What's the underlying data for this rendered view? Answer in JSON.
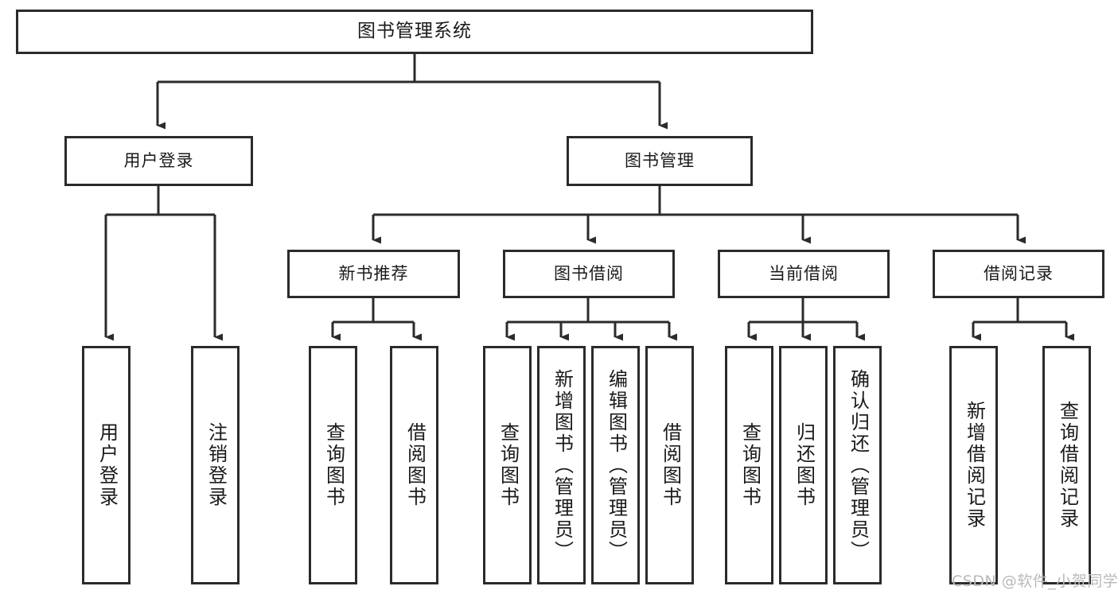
{
  "diagram": {
    "type": "tree-hierarchy-chart",
    "title": "图书管理系统",
    "root": {
      "id": "root",
      "label": "图书管理系统"
    },
    "level1": [
      {
        "id": "user-login",
        "label": "用户登录"
      },
      {
        "id": "book-management",
        "label": "图书管理"
      }
    ],
    "level2": [
      {
        "id": "new-book-recommend",
        "label": "新书推荐",
        "parent": "book-management"
      },
      {
        "id": "book-borrow",
        "label": "图书借阅",
        "parent": "book-management"
      },
      {
        "id": "current-borrow",
        "label": "当前借阅",
        "parent": "book-management"
      },
      {
        "id": "borrow-record",
        "label": "借阅记录",
        "parent": "book-management"
      }
    ],
    "leaves": [
      {
        "id": "leaf-user-login",
        "label": "用户登录",
        "parent": "user-login"
      },
      {
        "id": "leaf-logout",
        "label": "注销登录",
        "parent": "user-login"
      },
      {
        "id": "leaf-query-book-1",
        "label": "查询图书",
        "parent": "new-book-recommend"
      },
      {
        "id": "leaf-borrow-book-1",
        "label": "借阅图书",
        "parent": "new-book-recommend"
      },
      {
        "id": "leaf-query-book-2",
        "label": "查询图书",
        "parent": "book-borrow"
      },
      {
        "id": "leaf-add-book",
        "label": "新增图书（管理员）",
        "parent": "book-borrow"
      },
      {
        "id": "leaf-edit-book",
        "label": "编辑图书（管理员）",
        "parent": "book-borrow"
      },
      {
        "id": "leaf-borrow-book-2",
        "label": "借阅图书",
        "parent": "book-borrow"
      },
      {
        "id": "leaf-query-book-3",
        "label": "查询图书",
        "parent": "current-borrow"
      },
      {
        "id": "leaf-return-book",
        "label": "归还图书",
        "parent": "current-borrow"
      },
      {
        "id": "leaf-confirm-return",
        "label": "确认归还（管理员）",
        "parent": "current-borrow"
      },
      {
        "id": "leaf-add-record",
        "label": "新增借阅记录",
        "parent": "borrow-record"
      },
      {
        "id": "leaf-query-record",
        "label": "查询借阅记录",
        "parent": "borrow-record"
      }
    ],
    "colors": {
      "line": "#2b2b2b",
      "box_fill": "#ffffff",
      "text": "#1a1a1a",
      "watermark": "#b9b9b9"
    }
  },
  "watermark": {
    "text": "CSDN @软件_小贺同学"
  }
}
